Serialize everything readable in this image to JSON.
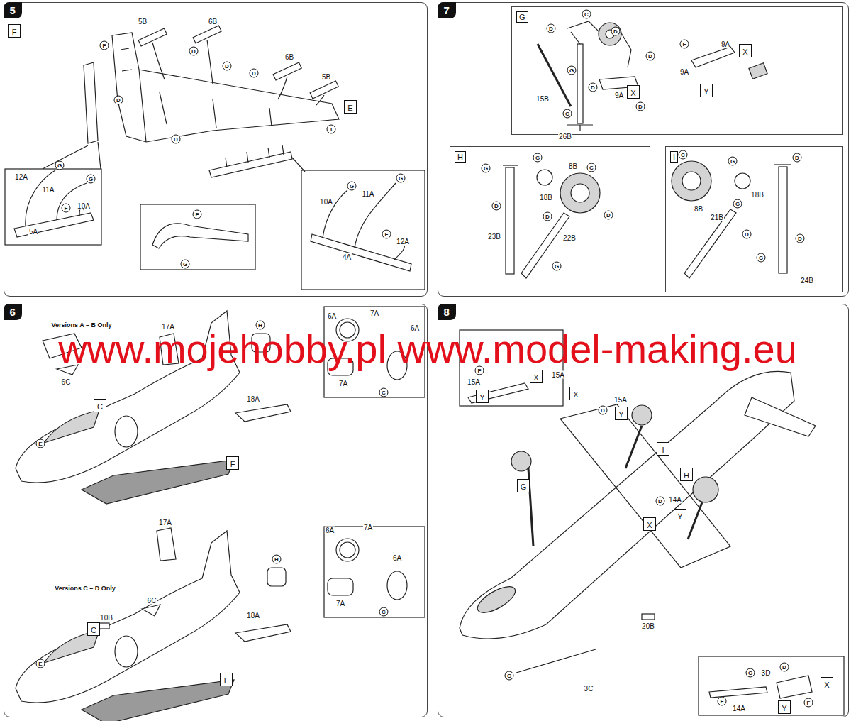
{
  "diagram": {
    "nodes": [
      {
        "text": [
          "5"
        ]
      },
      {
        "text": [
          "F"
        ],
        "in": 0
      },
      {
        "text": [
          "E"
        ],
        "in": 0
      },
      {
        "text": [
          "7"
        ]
      },
      {
        "text": [
          "G"
        ],
        "in": 3
      },
      {
        "text": [
          "X"
        ],
        "in": 4
      },
      {
        "text": [
          "Y"
        ],
        "in": 4
      },
      {
        "text": [
          "X"
        ],
        "in": 4
      },
      {
        "text": [
          "H"
        ],
        "in": 3
      },
      {
        "text": [
          "I"
        ],
        "in": 3
      },
      {
        "text": [
          "6"
        ]
      },
      {
        "text": [
          "C"
        ],
        "in": 10
      },
      {
        "text": [
          "F"
        ],
        "in": 10
      },
      {
        "text": [
          "C"
        ],
        "in": 10
      },
      {
        "text": [
          "F"
        ],
        "in": 10
      },
      {
        "text": [
          "8"
        ]
      },
      {
        "text": [
          "X"
        ],
        "in": 15
      },
      {
        "text": [
          "Y"
        ],
        "in": 15
      },
      {
        "text": [
          "X"
        ],
        "in": 15
      },
      {
        "text": [
          "Y"
        ],
        "in": 15
      },
      {
        "text": [
          "I"
        ],
        "in": 15
      },
      {
        "text": [
          "G"
        ],
        "in": 15
      },
      {
        "text": [
          "H"
        ],
        "in": 15
      },
      {
        "text": [
          "Y"
        ],
        "in": 15
      },
      {
        "text": [
          "X"
        ],
        "in": 15
      },
      {
        "text": [
          "X"
        ],
        "in": 15
      },
      {
        "text": [
          "Y"
        ],
        "in": 15
      }
    ],
    "labels": [
      "5B",
      "6B",
      "6B",
      "5B",
      "F",
      "D",
      "D",
      "D",
      "D",
      "D",
      "I",
      "12A",
      "G",
      "11A",
      "G",
      "10A",
      "F",
      "5A",
      "F",
      "G",
      "10A",
      "G",
      "11A",
      "G",
      "12A",
      "F",
      "4A",
      "C",
      "D",
      "D",
      "D",
      "G",
      "15B",
      "D",
      "G",
      "26B",
      "9A",
      "D",
      "F",
      "9A",
      "9A",
      "G",
      "G",
      "18B",
      "8B",
      "C",
      "D",
      "D",
      "23B",
      "D",
      "22B",
      "G",
      "C",
      "8B",
      "G",
      "18B",
      "D",
      "G",
      "D",
      "21B",
      "D",
      "24B",
      "G",
      "Versions A – B Only",
      "17A",
      "H",
      "6A",
      "7A",
      "6A",
      "7A",
      "C",
      "6C",
      "E",
      "18A",
      "17A",
      "6A",
      "7A",
      "H",
      "6A",
      "7A",
      "C",
      "Versions C – D Only",
      "6C",
      "10B",
      "E",
      "18A",
      "F",
      "15A",
      "15A",
      "15A",
      "D",
      "D",
      "14A",
      "20B",
      "3C",
      "G",
      "G",
      "3D",
      "D",
      "F",
      "14A",
      "F",
      "www.mojehobby.pl www.model-making.eu"
    ]
  }
}
